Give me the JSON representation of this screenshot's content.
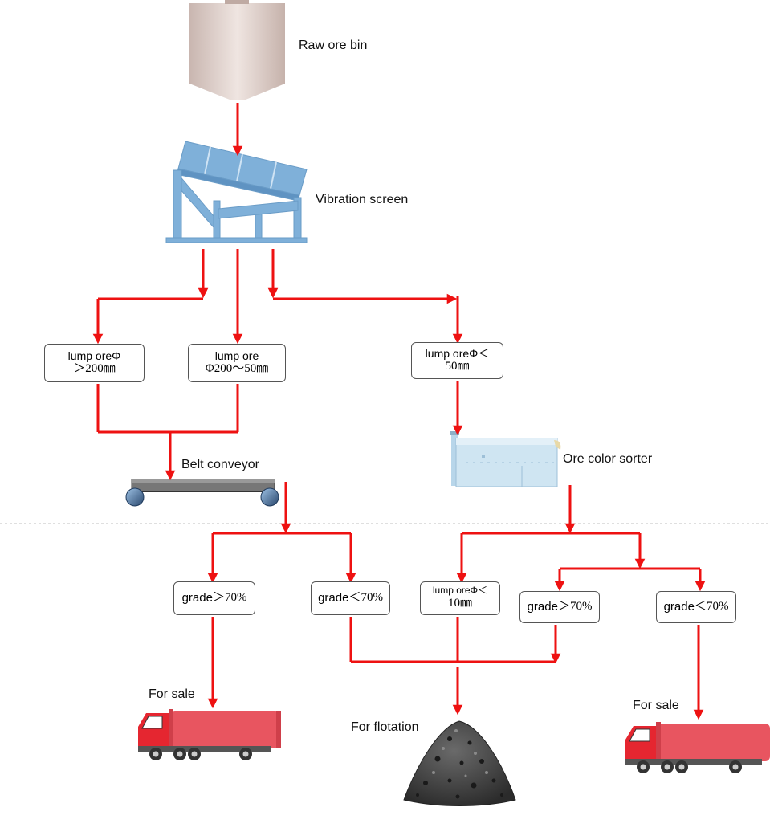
{
  "labels": {
    "raw_ore_bin": "Raw ore bin",
    "vibration_screen": "Vibration screen",
    "belt_conveyor": "Belt conveyor",
    "ore_color_sorter": "Ore color sorter",
    "for_sale_left": "For sale",
    "for_sale_right": "For sale",
    "for_flotation": "For flotation"
  },
  "boxes": {
    "lump_gt200": {
      "line1": "lump oreΦ",
      "line2": "＞200㎜"
    },
    "lump_200_50": {
      "line1": "lump ore",
      "line2": "Φ200～50㎜"
    },
    "lump_lt50": {
      "line1": "lump oreΦ＜",
      "line2": "50㎜"
    },
    "grade_gt70_left": {
      "prefix": "grade",
      "value": "＞70%"
    },
    "grade_lt70_left": {
      "prefix": "grade",
      "value": "＜70%"
    },
    "lump_lt10": {
      "line1": "lump oreΦ＜",
      "line2": "10㎜"
    },
    "grade_gt70_right": {
      "prefix": "grade",
      "value": "＞70%"
    },
    "grade_lt70_right": {
      "prefix": "grade",
      "value": "＜70%"
    }
  },
  "colors": {
    "arrow": "#ee1111",
    "screen": "#7fb0d9",
    "truck_tank": "#e85560",
    "bin": "#d9c7c0"
  },
  "icons": [
    "ore-bin-icon",
    "vibration-screen-icon",
    "belt-conveyor-icon",
    "color-sorter-icon",
    "truck-icon",
    "ore-pile-icon"
  ]
}
